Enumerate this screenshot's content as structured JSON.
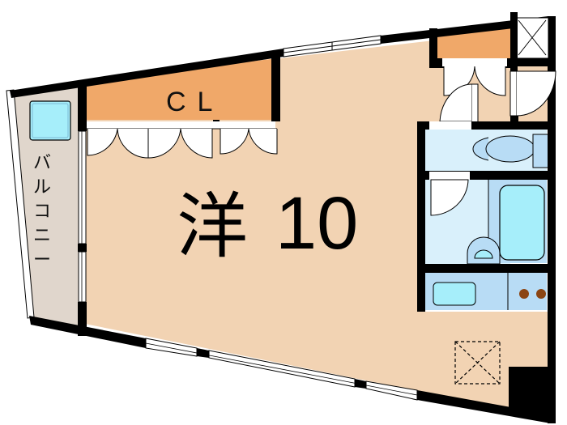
{
  "floor_plan": {
    "room_label": "洋",
    "room_size": "10",
    "closet_label": "CL",
    "balcony_label": "バルコニー",
    "colors": {
      "room_floor": "#f2d3b3",
      "closet": "#f0a869",
      "balcony": "#e0d6cc",
      "wet_area": "#d9f0fb",
      "fixture": "#b8dcf5",
      "tub": "#a6eefa",
      "wall": "#000000",
      "stove_burner": "#8b4513"
    },
    "rooms": [
      {
        "id": "western-room",
        "label": "洋10"
      },
      {
        "id": "closet",
        "label": "CL"
      },
      {
        "id": "balcony",
        "label": "バルコニー"
      },
      {
        "id": "toilet",
        "label": ""
      },
      {
        "id": "bathroom",
        "label": ""
      },
      {
        "id": "kitchen",
        "label": ""
      }
    ]
  }
}
